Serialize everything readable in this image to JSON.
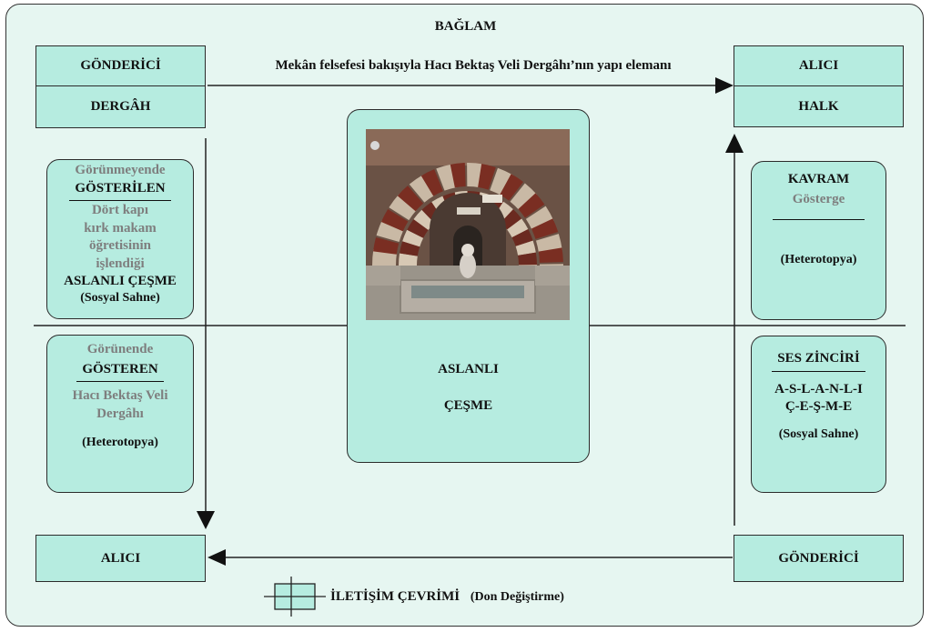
{
  "title": "BAĞLAM",
  "top_arrow_label": "Mekân felsefesi bakışıyla Hacı Bektaş Veli Dergâhı’nın yapı elemanı",
  "sender_top": "GÖNDERİCİ",
  "sender_top_sub": "DERGÂH",
  "receiver_top": "ALICI",
  "receiver_top_sub": "HALK",
  "left_upper": {
    "line1": "Görünmeyende",
    "line2": "GÖSTERİLEN",
    "line3": "Dört kapı",
    "line4": "kırk makam",
    "line5": "öğretisinin",
    "line6": "işlendiği",
    "line7": "ASLANLI ÇEŞME",
    "line8": "(Sosyal Sahne)"
  },
  "left_lower": {
    "line1": "Görünende",
    "line2": "GÖSTEREN",
    "line3": "Hacı Bektaş Veli",
    "line4": "Dergâhı",
    "line5": "(Heterotopya)"
  },
  "center": {
    "line1": "ASLANLI",
    "line2": "ÇEŞME"
  },
  "right_upper": {
    "line1": "KAVRAM",
    "line2": "Gösterge",
    "line3": "(Heterotopya)"
  },
  "right_lower": {
    "line1": "SES ZİNCİRİ",
    "line2": "A-S-L-A-N-L-I",
    "line3": "Ç-E-Ş-M-E",
    "line4": "(Sosyal Sahne)"
  },
  "receiver_bottom": "ALICI",
  "sender_bottom": "GÖNDERİCİ",
  "legend": {
    "label": "İLETİŞİM ÇEVRİMİ",
    "sub": "(Don Değiştirme)"
  },
  "colors": {
    "background": "#e6f6f1",
    "box_fill": "#b6ece0",
    "border": "#2b2b2b",
    "gray_text": "#7e7e7e"
  }
}
